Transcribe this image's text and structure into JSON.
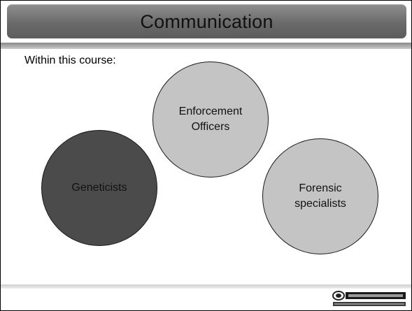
{
  "slide": {
    "title": "Communication",
    "intro": "Within this course:",
    "circles": [
      {
        "lines": [
          "Enforcement",
          "Officers"
        ],
        "fill": "#c4c4c4"
      },
      {
        "lines": [
          "Geneticists"
        ],
        "fill": "#4b4b4b"
      },
      {
        "lines": [
          "Forensic",
          "specialists"
        ],
        "fill": "#c4c4c4"
      }
    ]
  },
  "colors": {
    "title_bar": "#7a7a7a",
    "dark_circle": "#4b4b4b",
    "light_circle": "#c4c4c4"
  }
}
